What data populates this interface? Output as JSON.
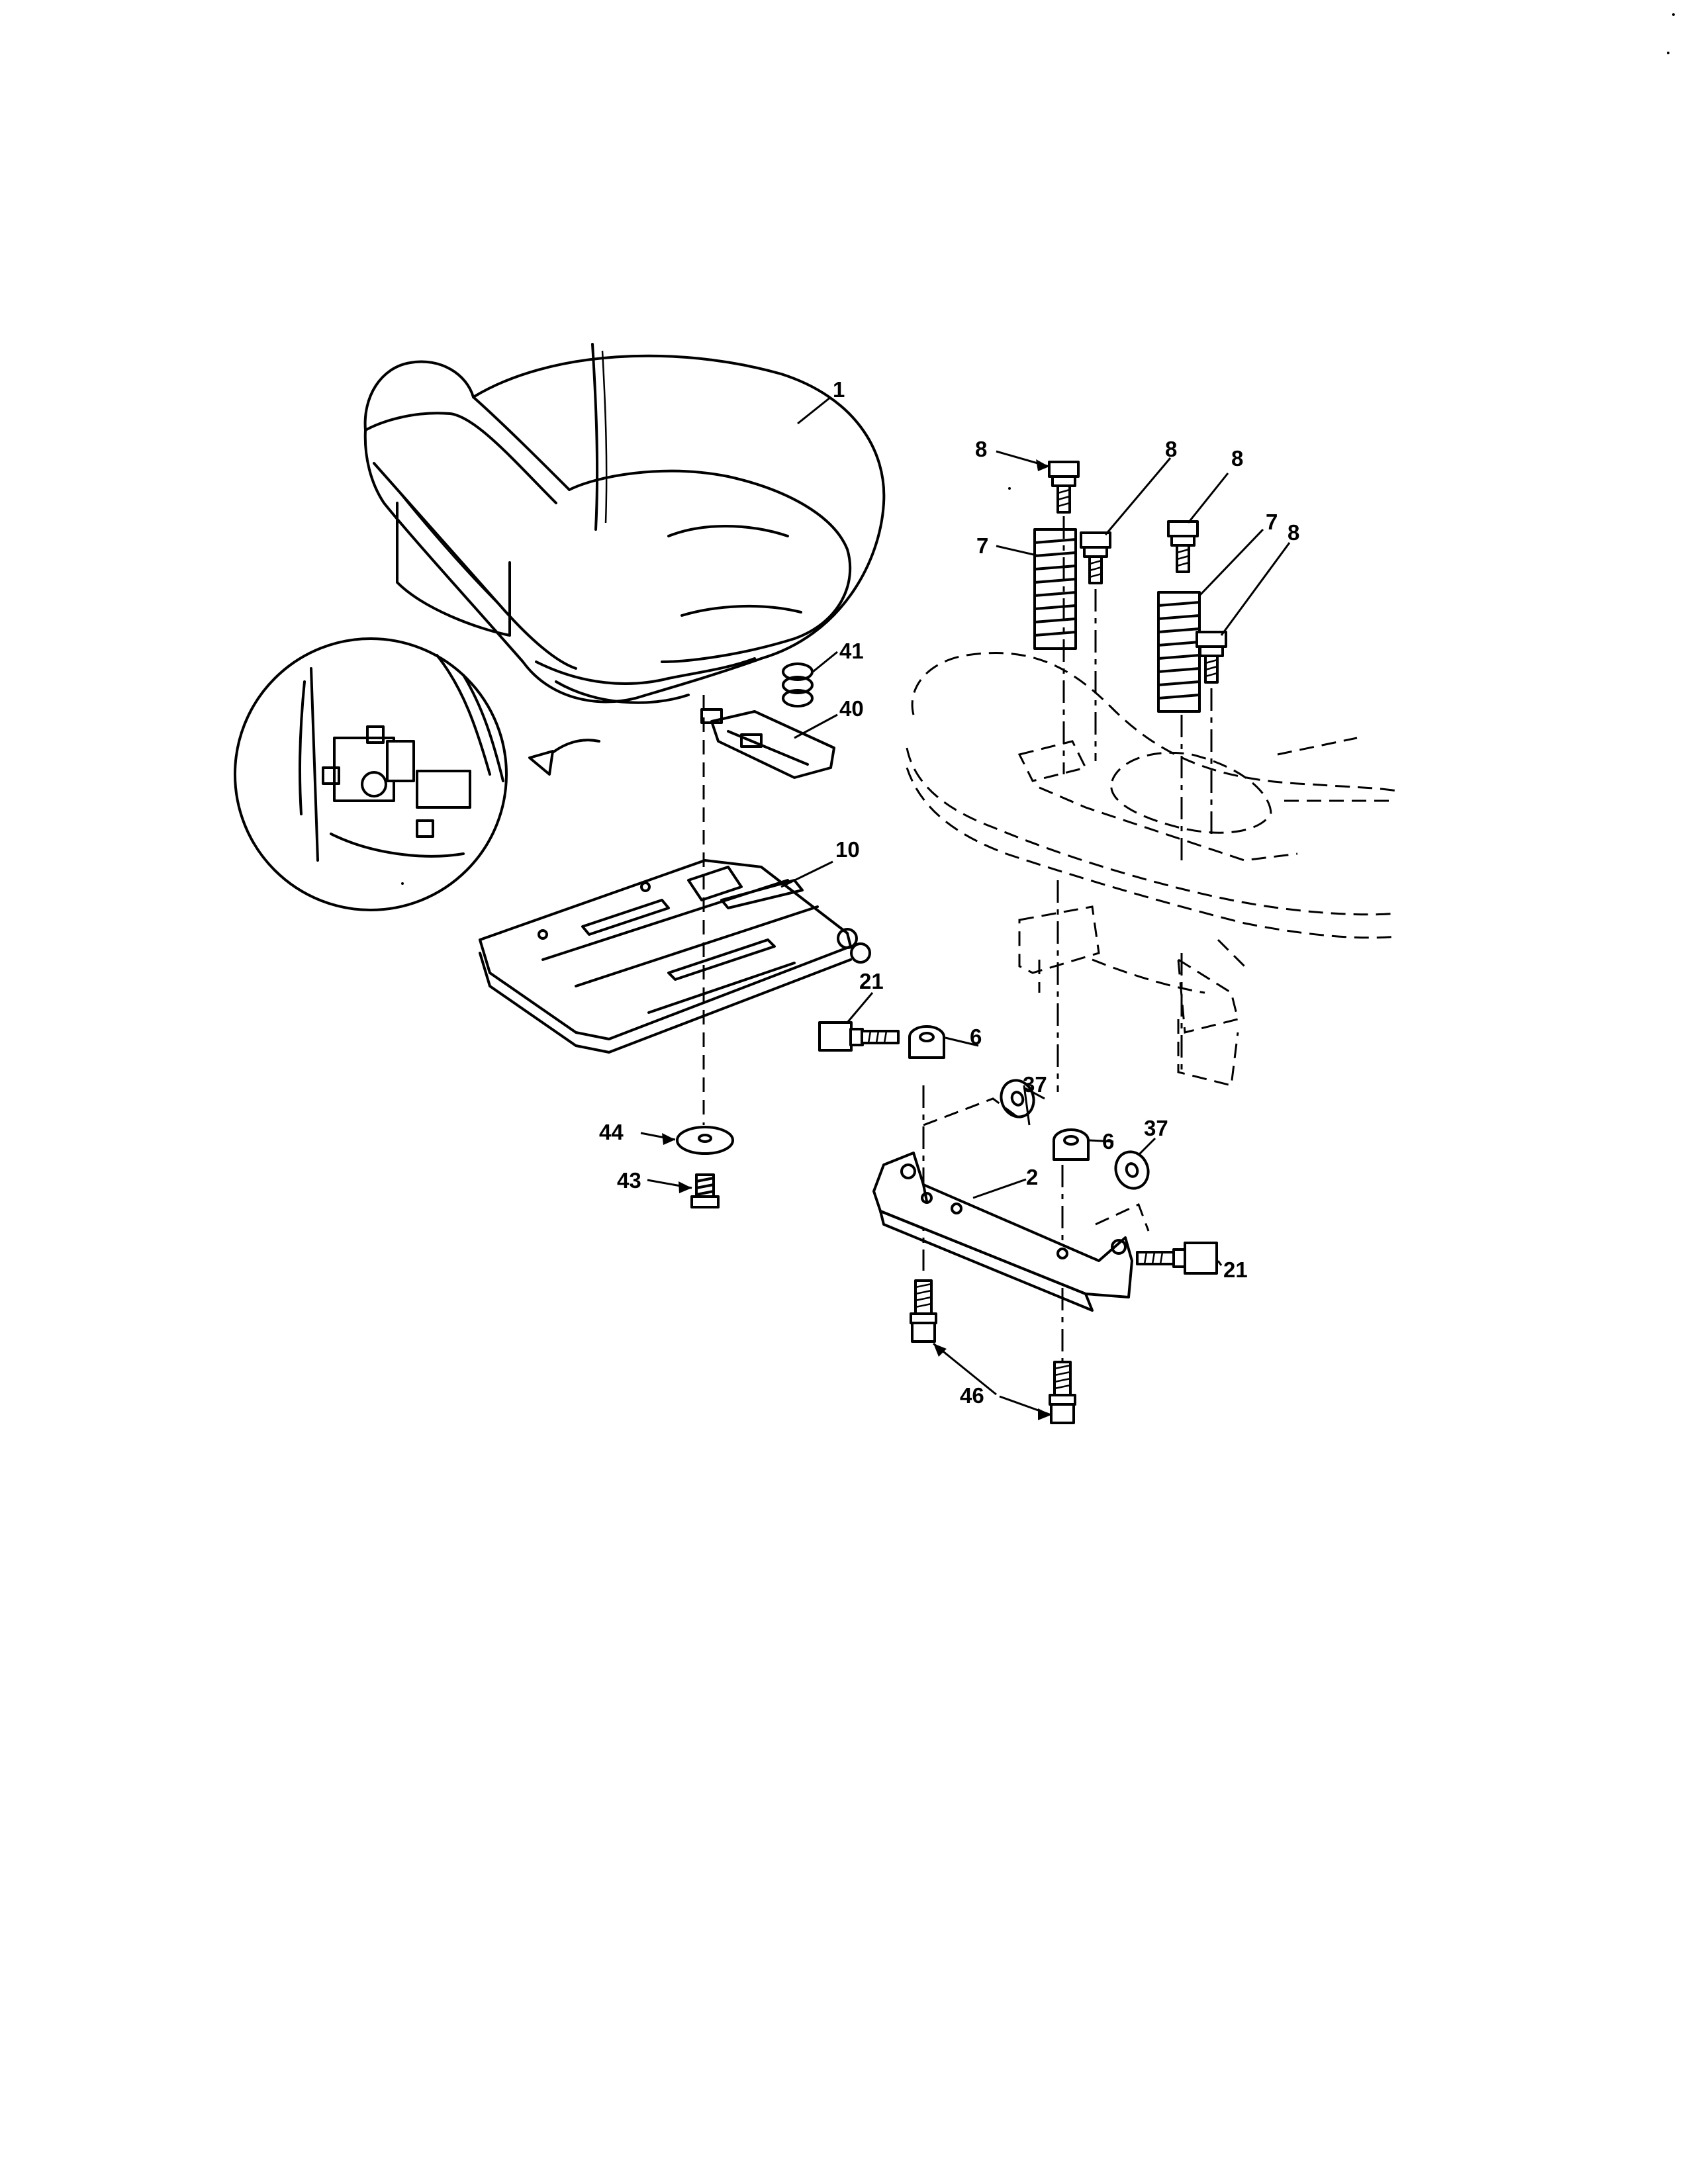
{
  "diagram": {
    "callouts": [
      {
        "id": "c1",
        "text": "1"
      },
      {
        "id": "c8a",
        "text": "8"
      },
      {
        "id": "c8b",
        "text": "8"
      },
      {
        "id": "c8c",
        "text": "8"
      },
      {
        "id": "c8d",
        "text": "8"
      },
      {
        "id": "c7a",
        "text": "7"
      },
      {
        "id": "c7b",
        "text": "7"
      },
      {
        "id": "c41",
        "text": "41"
      },
      {
        "id": "c40",
        "text": "40"
      },
      {
        "id": "c10",
        "text": "10"
      },
      {
        "id": "c21a",
        "text": "21"
      },
      {
        "id": "c6a",
        "text": "6"
      },
      {
        "id": "c37a",
        "text": "37"
      },
      {
        "id": "c6b",
        "text": "6"
      },
      {
        "id": "c37b",
        "text": "37"
      },
      {
        "id": "c2",
        "text": "2"
      },
      {
        "id": "c44",
        "text": "44"
      },
      {
        "id": "c43",
        "text": "43"
      },
      {
        "id": "c21b",
        "text": "21"
      },
      {
        "id": "c46",
        "text": "46"
      }
    ]
  }
}
